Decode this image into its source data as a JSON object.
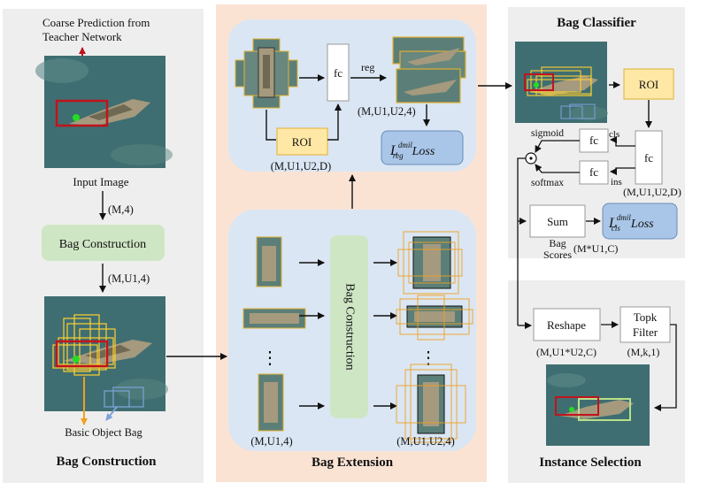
{
  "colors": {
    "panel_gray": "#eeeeee",
    "panel_peach": "#fbe3d4",
    "inner_blue": "#dae6f3",
    "green_box": "#cfe6c4",
    "roi_yellow": "#ffe8a6",
    "loss_blue": "#a9c6e8",
    "red_box": "#c0141c",
    "orange_arrow": "#f0a020",
    "sea": "#3f6e72",
    "ship": "#a59a7e"
  },
  "left": {
    "teacher_label_1": "Coarse Prediction from",
    "teacher_label_2": "Teacher Network",
    "input_caption": "Input Image",
    "dim1": "(M,4)",
    "bag_construction_box": "Bag Construction",
    "dim2": "(M,U1,4)",
    "basic_bag_label": "Basic Object Bag",
    "title": "Bag Construction"
  },
  "middle": {
    "title": "Bag Extension",
    "fc_label": "fc",
    "reg_label": "reg",
    "roi_label": "ROI",
    "dim_roi": "(M,U1,U2,D)",
    "dim_reg": "(M,U1,U2,4)",
    "loss_prefix": "L",
    "loss_sup": "dmil",
    "loss_sub": "reg",
    "loss_word": "Loss",
    "vertical_box": "Bag Construction",
    "dots": "⋮",
    "dim_in": "(M,U1,4)",
    "dim_out": "(M,U1,U2,4)"
  },
  "right_top": {
    "title": "Bag Classifier",
    "roi_label": "ROI",
    "fc_main": "fc",
    "fc_cls": "fc",
    "fc_ins": "fc",
    "sigmoid": "sigmoid",
    "cls": "cls",
    "softmax": "softmax",
    "ins": "ins",
    "odot": "⊙",
    "dim_fc": "(M,U1,U2,D)",
    "sum_label": "Sum",
    "bag_label_1": "Bag",
    "bag_label_2": "Scores",
    "dim_scores": "(M*U1,C)",
    "loss_prefix": "L",
    "loss_sup": "dmil",
    "loss_sub": "cls",
    "loss_word": "Loss"
  },
  "right_bottom": {
    "reshape_label": "Reshape",
    "topk_label_1": "Topk",
    "topk_label_2": "Filter",
    "dim_reshape": "(M,U1*U2,C)",
    "dim_topk": "(M,k,1)",
    "title": "Instance Selection"
  }
}
